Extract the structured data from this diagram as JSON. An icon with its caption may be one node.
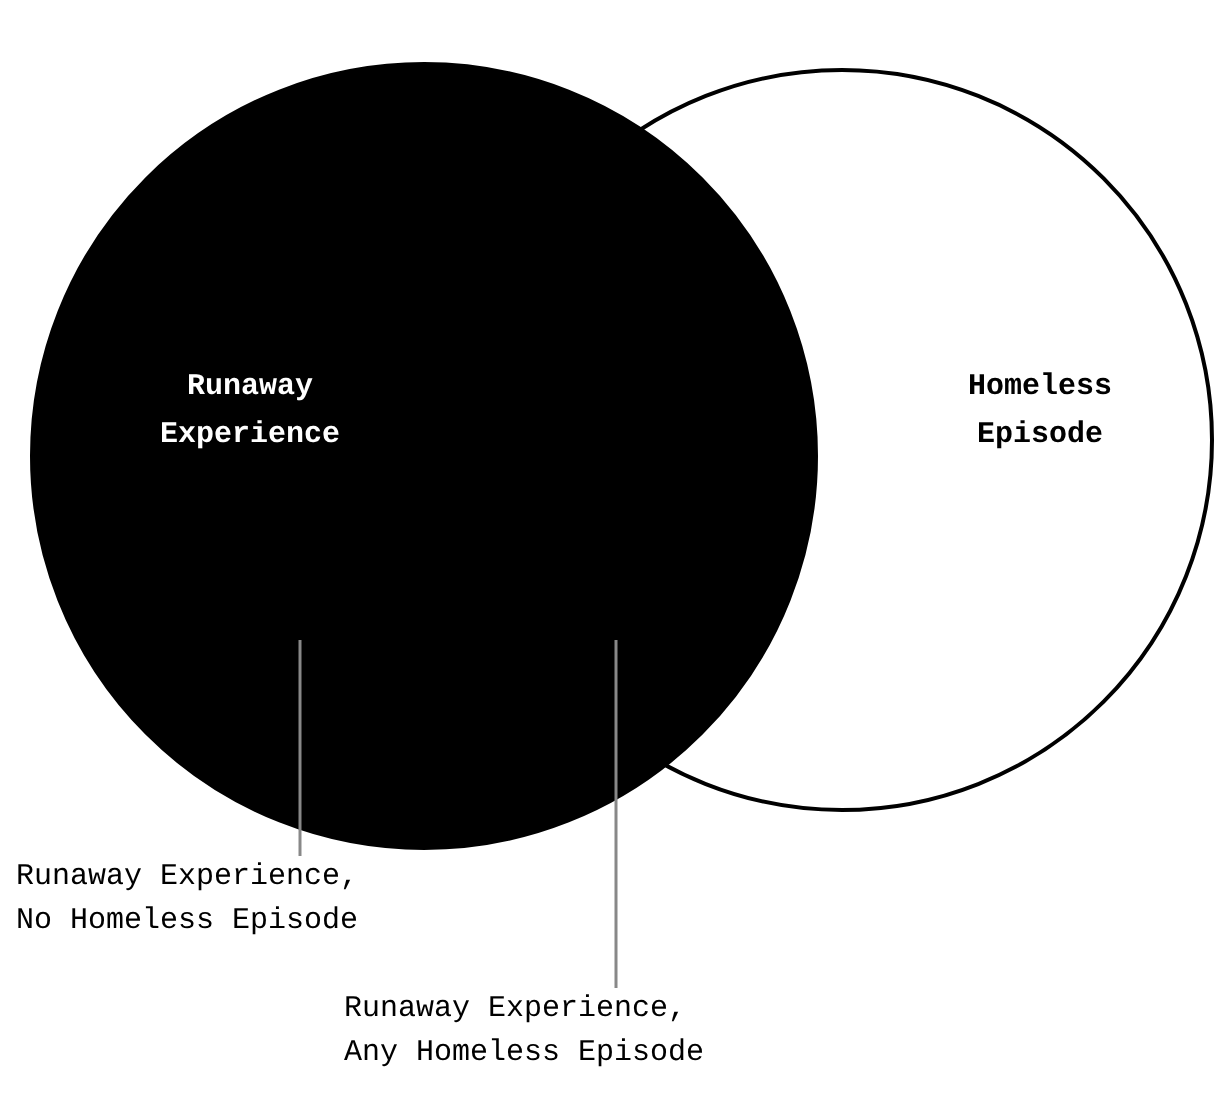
{
  "diagram": {
    "nodes": [
      {
        "text": [
          "Runaway Experience"
        ]
      },
      {
        "text": [
          "Homeless Episode"
        ]
      },
      {
        "text": [
          "Runaway Experience, No Homeless Episode"
        ]
      },
      {
        "text": [
          "Runaway Experience, Any Homeless Episode"
        ]
      }
    ],
    "edges": [
      {
        "from": 2,
        "to": 0,
        "arrow": "none"
      },
      {
        "from": 3,
        "to": 1,
        "arrow": "none"
      }
    ]
  }
}
